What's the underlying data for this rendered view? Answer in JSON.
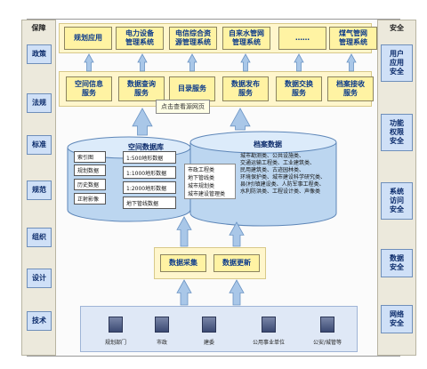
{
  "left_panel": {
    "title": "保障",
    "items": [
      "政策",
      "法规",
      "标准",
      "规范",
      "组织",
      "设计",
      "技术"
    ]
  },
  "right_panel": {
    "title": "安全",
    "items": [
      "用户\n应用\n安全",
      "功能\n权限\n安全",
      "系统\n访问\n安全",
      "数据\n安全",
      "网络\n安全"
    ]
  },
  "applications": [
    "规划应用",
    "电力设备\n管理系统",
    "电信综合资\n源管理系统",
    "自来水管网\n管理系统",
    "……",
    "煤气管网\n管理系统"
  ],
  "services": [
    "空间信息\n服务",
    "数据查询\n服务",
    "目录服务",
    "数据发布\n服务",
    "数据交换\n服务",
    "档案接收\n服务"
  ],
  "tooltip": "点击查看源网页",
  "spatial_db": {
    "title": "空间数据库",
    "left_items": [
      "索引图",
      "规划数据",
      "历史数据",
      "正射影像"
    ],
    "right_items": [
      "1:500地形数据",
      "1:1000地形数据",
      "1:2000地形数据",
      "地下管线数据"
    ]
  },
  "archive_db": {
    "title": "档案数据",
    "inner_box": "市政工程类\n地下管线类\n城市规划类\n城市建设管理类",
    "text": "城市勘测类、公共设施类、\n交通运输工程类、工业建筑类、\n民用建筑类、古迹园林类、\n环境保护类、城市建设科学研究类、\n县(村)镇建设类、人防军事工程类、\n水利防洪类、工程设计类、声像类"
  },
  "processing": [
    "数据采集",
    "数据更新"
  ],
  "units": [
    "规划部门",
    "市政",
    "建委",
    "公用事业单位",
    "公安/城管等"
  ],
  "colors": {
    "arrow": "#a9c7e8",
    "arrow_stroke": "#6b94c4",
    "db_fill": "#bcd6f0",
    "db_top": "#dcebfa",
    "yellow_box": "#fff3a3",
    "blue_box": "#cfe0f7"
  }
}
